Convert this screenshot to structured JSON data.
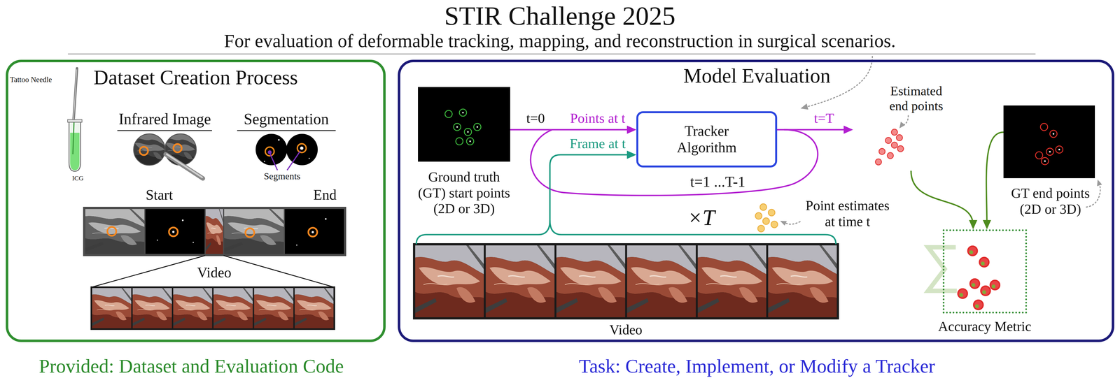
{
  "diagram": {
    "title": "STIR Challenge 2025",
    "nodes": [
      {
        "text": [
          "Dataset Creation Process"
        ]
      },
      {
        "text": [
          "Model Evaluation"
        ]
      },
      {
        "text": [
          "Ground truth (GT) start points (2D or 3D)"
        ],
        "in": 1
      },
      {
        "text": [
          "Tracker Algorithm"
        ],
        "in": 1
      },
      {
        "text": [
          "Video"
        ],
        "in": 1
      },
      {
        "text": [
          "Estimated end points"
        ],
        "in": 1
      },
      {
        "text": [
          "GT end points (2D or 3D)"
        ],
        "in": 1
      },
      {
        "text": [
          "Accuracy Metric"
        ],
        "in": 1
      }
    ],
    "edges": [
      {
        "from": 2,
        "to": 3,
        "label": "Points at t",
        "arrow": "to"
      },
      {
        "from": 4,
        "to": 3,
        "label": "Frame at t",
        "arrow": "to"
      },
      {
        "from": 3,
        "to": 5,
        "label": "t=T",
        "arrow": "to"
      },
      {
        "from": 5,
        "to": 7,
        "arrow": "to"
      },
      {
        "from": 6,
        "to": 7,
        "arrow": "to"
      }
    ],
    "labels": [
      "For evaluation of deformable tracking, mapping, and reconstruction in surgical scenarios.",
      "Tattoo Needle",
      "ICG",
      "Infrared Image",
      "Segmentation",
      "Segments",
      "Start",
      "End",
      "Video",
      "t=0",
      "t=1 ...T-1",
      "×T",
      "Point estimates at time t",
      "Provided: Dataset and Evaluation Code",
      "Task: Create, Implement, or Modify a Tracker"
    ]
  }
}
